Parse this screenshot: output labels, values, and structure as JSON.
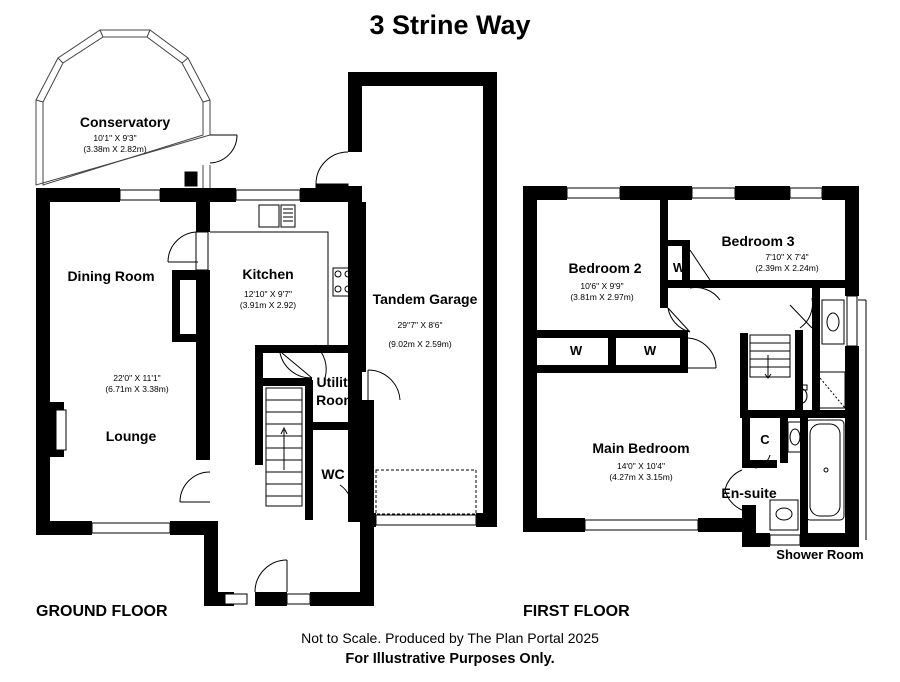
{
  "title": "3 Strine Way",
  "floors": {
    "ground": "GROUND FLOOR",
    "first": "FIRST FLOOR"
  },
  "rooms": {
    "conservatory": {
      "name": "Conservatory",
      "imperial": "10'1\" X 9'3\"",
      "metric": "(3.38m X 2.82m)"
    },
    "dining": {
      "name": "Dining Room"
    },
    "lounge": {
      "name": "Lounge",
      "imperial": "22'0\" X 11'1\"",
      "metric": "(6.71m X 3.38m)"
    },
    "kitchen": {
      "name": "Kitchen",
      "imperial": "12'10\" X 9'7\"",
      "metric": "(3.91m X 2.92)"
    },
    "garage": {
      "name": "Tandem Garage",
      "imperial": "29''7\" X 8'6\"",
      "metric": "(9.02m X 2.59m)"
    },
    "utility": {
      "name_1": "Utility",
      "name_2": "Room"
    },
    "wc": {
      "name": "WC"
    },
    "bedroom2": {
      "name": "Bedroom 2",
      "imperial": "10'6\" X 9'9\"",
      "metric": "(3.81m X 2.97m)"
    },
    "bedroom3": {
      "name": "Bedroom 3",
      "imperial": "7'10\" X 7'4\"",
      "metric": "(2.39m X 2.24m)"
    },
    "main_bedroom": {
      "name": "Main Bedroom",
      "imperial": "14'0\" X 10'4\"",
      "metric": "(4.27m X 3.15m)"
    },
    "ensuite": {
      "name": "En-suite"
    },
    "shower_room": {
      "name": "Shower Room"
    }
  },
  "labels": {
    "wardrobe": "W",
    "cupboard": "C"
  },
  "footer": {
    "line1": "Not to Scale. Produced by The Plan Portal 2025",
    "line2": "For Illustrative Purposes Only."
  }
}
